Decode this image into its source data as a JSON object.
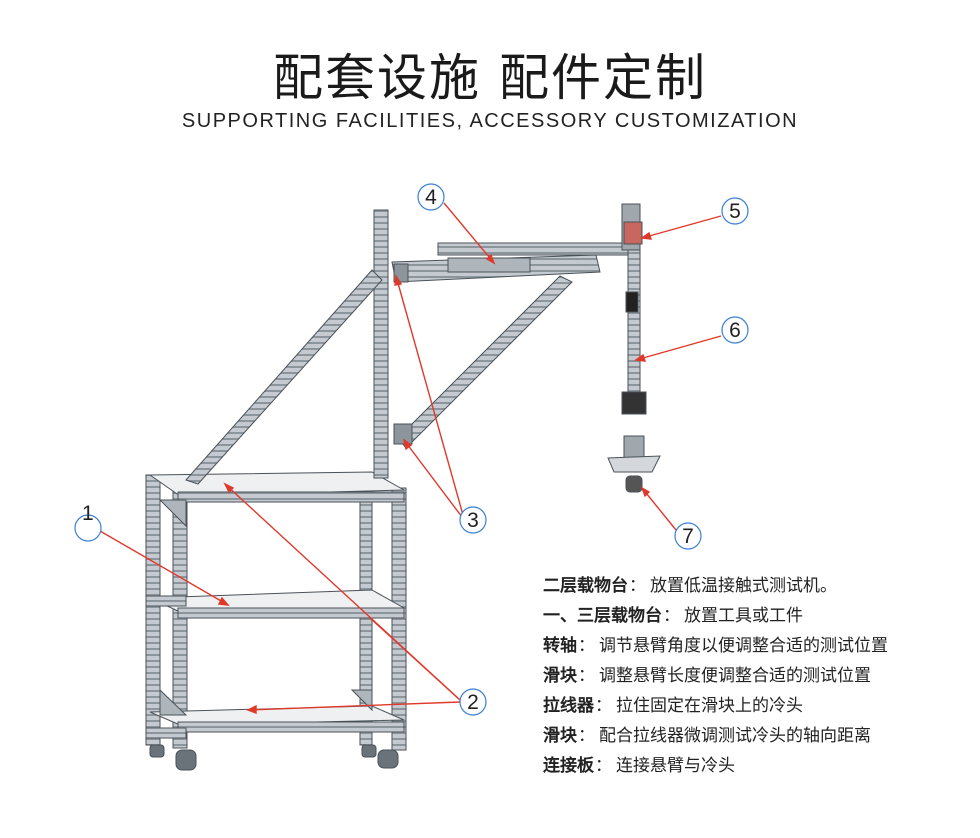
{
  "title": "配套设施 配件定制",
  "subtitle": "SUPPORTING FACILITIES, ACCESSORY CUSTOMIZATION",
  "callouts": [
    "1",
    "2",
    "3",
    "4",
    "5",
    "6",
    "7"
  ],
  "legend": [
    {
      "term": "二层载物台",
      "desc": "放置低温接触式测试机。"
    },
    {
      "term": "一、三层载物台",
      "desc": "放置工具或工件"
    },
    {
      "term": "转轴",
      "desc": "调节悬臂角度以便调整合适的测试位置"
    },
    {
      "term": "滑块",
      "desc": "调整悬臂长度便调整合适的测试位置"
    },
    {
      "term": "拉线器",
      "desc": "拉住固定在滑块上的冷头"
    },
    {
      "term": "滑块",
      "desc": "配合拉线器微调测试冷头的轴向距离"
    },
    {
      "term": "连接板",
      "desc": "连接悬臂与冷头"
    }
  ],
  "separator": "：",
  "colors": {
    "leader": "#e0392b",
    "circle": "#3b7fd4",
    "frame": "#9aa3ab",
    "frame_dark": "#4a5259"
  }
}
